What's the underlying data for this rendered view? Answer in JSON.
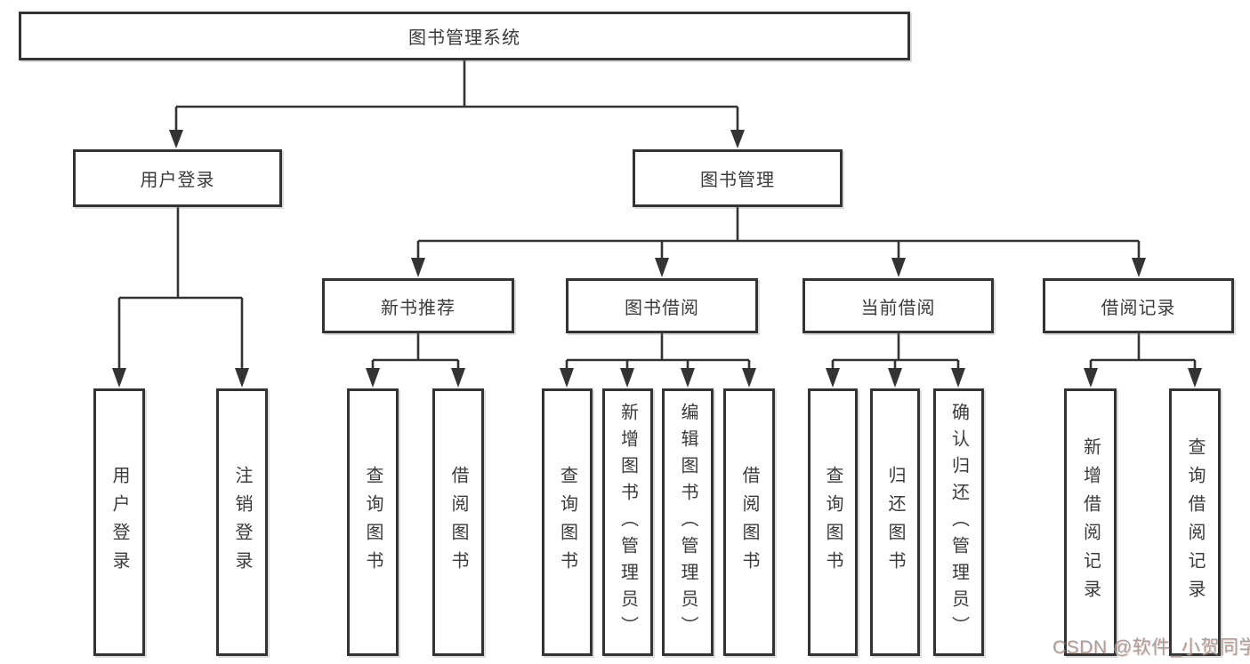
{
  "colors": {
    "line": "#333333",
    "box_border": "#333333",
    "text": "#3b3b3b",
    "background": "#ffffff",
    "watermark": "#9e9e9e"
  },
  "watermark": {
    "text": "CSDN @软件_小贺同学"
  },
  "tree": {
    "root": {
      "label": "图书管理系统",
      "children": [
        {
          "label": "用户登录",
          "children": [
            {
              "label": "用户登录"
            },
            {
              "label": "注销登录"
            }
          ]
        },
        {
          "label": "图书管理",
          "children": [
            {
              "label": "新书推荐",
              "children": [
                {
                  "label": "查询图书"
                },
                {
                  "label": "借阅图书"
                }
              ]
            },
            {
              "label": "图书借阅",
              "children": [
                {
                  "label": "查询图书"
                },
                {
                  "label": "新增图书（管理员）"
                },
                {
                  "label": "编辑图书（管理员）"
                },
                {
                  "label": "借阅图书"
                }
              ]
            },
            {
              "label": "当前借阅",
              "children": [
                {
                  "label": "查询图书"
                },
                {
                  "label": "归还图书"
                },
                {
                  "label": "确认归还（管理员）"
                }
              ]
            },
            {
              "label": "借阅记录",
              "children": [
                {
                  "label": "新增借阅记录"
                },
                {
                  "label": "查询借阅记录"
                }
              ]
            }
          ]
        }
      ]
    }
  }
}
